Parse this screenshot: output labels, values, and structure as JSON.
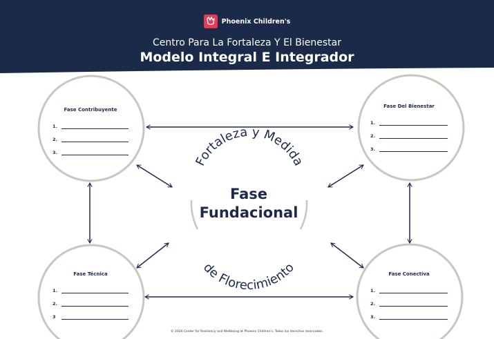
{
  "header": {
    "brand": "Phoenix Children's",
    "subtitle": "Centro Para La Fortaleza Y El Bienestar",
    "title": "Modelo Integral E Integrador"
  },
  "center": {
    "arc_top": "Fortaleza y Medida",
    "arc_bottom": "de Florecimiento",
    "line1": "Fase",
    "line2": "Fundacional"
  },
  "phases": {
    "contribuyente": {
      "title": "Fase Contribuyente",
      "items": [
        "1.",
        "2.",
        "3."
      ]
    },
    "bienestar": {
      "title": "Fase Del Bienestar",
      "items": [
        "1.",
        "2.",
        "3."
      ]
    },
    "tecnica": {
      "title": "Fase Técnica",
      "items": [
        "1.",
        "2.",
        "3"
      ]
    },
    "conectiva": {
      "title": "Fase Conectiva",
      "items": [
        "1.",
        "2.",
        "3."
      ]
    }
  },
  "footer": "© 2024 Center for Resiliency and Wellbeing at Phoenix Children's. Todos los derechos reservados.",
  "colors": {
    "navy": "#1c2a4a",
    "circle": "#cdc5bd",
    "brand_red": "#e83a55"
  }
}
